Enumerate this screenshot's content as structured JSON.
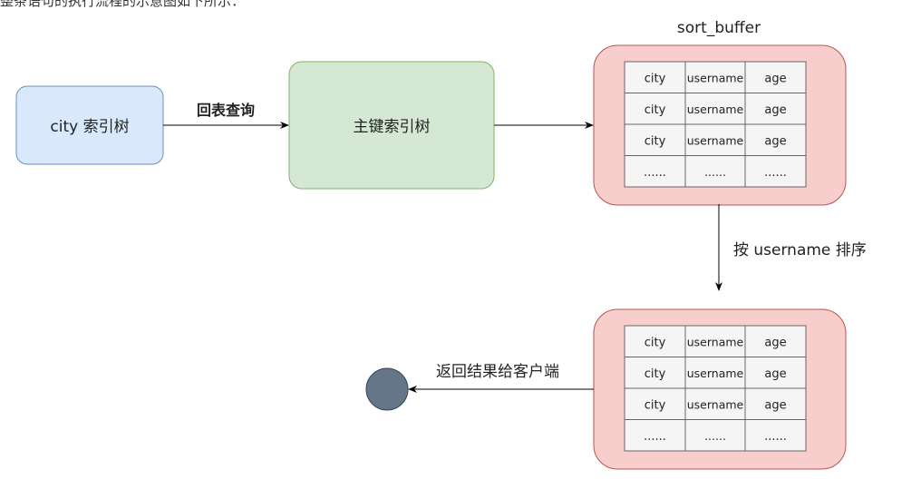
{
  "intro_text": "整条语句的执行流程的示意图如下所示：",
  "nodes": {
    "city_index": "city 索引树",
    "primary_index": "主键索引树",
    "sort_buffer_title": "sort_buffer"
  },
  "edges": {
    "lookup": "回表查询",
    "sort": "按 username 排序",
    "return": "返回结果给客户端"
  },
  "table": {
    "rows": [
      [
        "city",
        "username",
        "age"
      ],
      [
        "city",
        "username",
        "age"
      ],
      [
        "city",
        "username",
        "age"
      ],
      [
        "......",
        "......",
        "......"
      ]
    ]
  },
  "colors": {
    "blue_fill": "#dae8fc",
    "blue_stroke": "#6c8ebf",
    "green_fill": "#d5e8d4",
    "green_stroke": "#82b366",
    "red_fill": "#f8cecc",
    "red_stroke": "#b85450",
    "cell_fill": "#f5f5f5",
    "cell_stroke": "#666666",
    "end_fill": "#647687",
    "end_stroke": "#314354"
  }
}
